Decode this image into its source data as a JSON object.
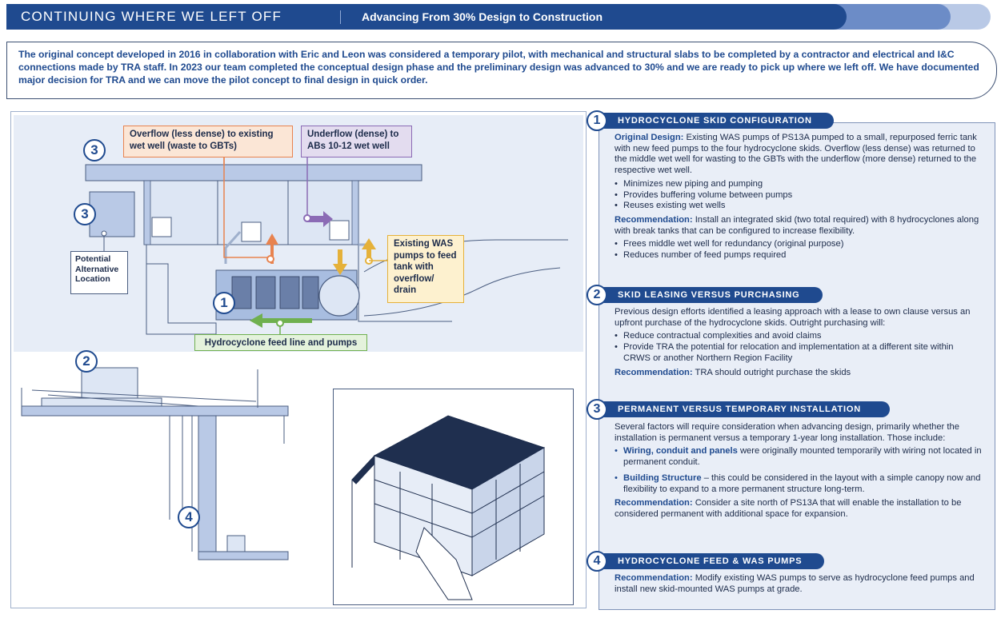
{
  "header": {
    "title": "CONTINUING WHERE WE LEFT OFF",
    "subtitle": "Advancing From 30% Design to Construction"
  },
  "intro": {
    "text": "The original concept developed in 2016 in collaboration with Eric and Leon was considered a temporary pilot, with mechanical and structural slabs to be completed by a contractor and electrical and I&C connections made by TRA staff. In 2023 our team completed the conceptual design phase and the preliminary design was advanced to 30% and we are ready to pick up where we left off. We have documented major decision for TRA and we can move the pilot concept to final design in quick order."
  },
  "diagram": {
    "overflow_label": "Overflow (less dense) to existing wet well (waste to GBTs)",
    "underflow_label": "Underflow (dense) to ABs 10-12 wet well",
    "was_label": "Existing WAS pumps to feed tank with overflow/ drain",
    "feed_label": "Hydrocyclone feed line and pumps",
    "alt_location_label": "Potential Alternative Location",
    "markers": [
      "1",
      "2",
      "3",
      "3",
      "4"
    ],
    "colors": {
      "overflow": "#e8834f",
      "underflow": "#8b6bb5",
      "was": "#e5b13a",
      "feed": "#6fb04f",
      "structure": "#b9c9e6",
      "outline": "#4a5d80"
    }
  },
  "sections": [
    {
      "num": "1",
      "title": "HYDROCYCLONE SKID CONFIGURATION",
      "p1_lead": "Original Design:",
      "p1_text": " Existing WAS pumps of PS13A pumped to a small, repurposed ferric tank with new feed pumps to the four hydrocyclone skids. Overflow (less dense) was returned to the middle wet well for wasting to the GBTs with the underflow (more dense) returned to the respective wet well.",
      "bullets1": [
        "Minimizes new piping and pumping",
        "Provides buffering volume between pumps",
        "Reuses existing wet wells"
      ],
      "p2_lead": "Recommendation:",
      "p2_text": " Install an integrated skid (two total required) with 8 hydrocyclones along with break tanks that can be configured to increase flexibility.",
      "bullets2": [
        "Frees middle wet well for redundancy (original purpose)",
        "Reduces number of feed pumps required"
      ]
    },
    {
      "num": "2",
      "title": "SKID LEASING VERSUS PURCHASING",
      "p1_text": "Previous design efforts identified a leasing approach with a lease to own clause versus an upfront purchase of the hydrocyclone skids. Outright purchasing will:",
      "bullets1": [
        "Reduce contractual complexities and avoid claims",
        "Provide TRA the potential for relocation and implementation at a different site within CRWS or another Northern Region Facility"
      ],
      "p2_lead": "Recommendation:",
      "p2_text": " TRA should outright purchase the skids"
    },
    {
      "num": "3",
      "title": "PERMANENT VERSUS TEMPORARY INSTALLATION",
      "p1_text": "Several factors will require consideration when advancing design, primarily whether the installation is permanent versus a temporary 1-year long installation. Those include:",
      "b1_lead": "Wiring, conduit and panels",
      "b1_text": " were originally mounted temporarily with wiring not located in permanent conduit.",
      "b2_lead": "Building Structure",
      "b2_text": " – this could be considered in the layout with a simple canopy now and flexibility to expand to a more permanent structure long-term.",
      "p2_lead": "Recommendation:",
      "p2_text": " Consider a site north of PS13A that will enable the installation to be considered permanent with additional space for expansion."
    },
    {
      "num": "4",
      "title": "HYDROCYCLONE FEED & WAS PUMPS",
      "p1_lead": "Recommendation:",
      "p1_text": " Modify existing WAS pumps to serve as hydrocyclone feed pumps and install new skid-mounted WAS pumps at grade."
    }
  ]
}
